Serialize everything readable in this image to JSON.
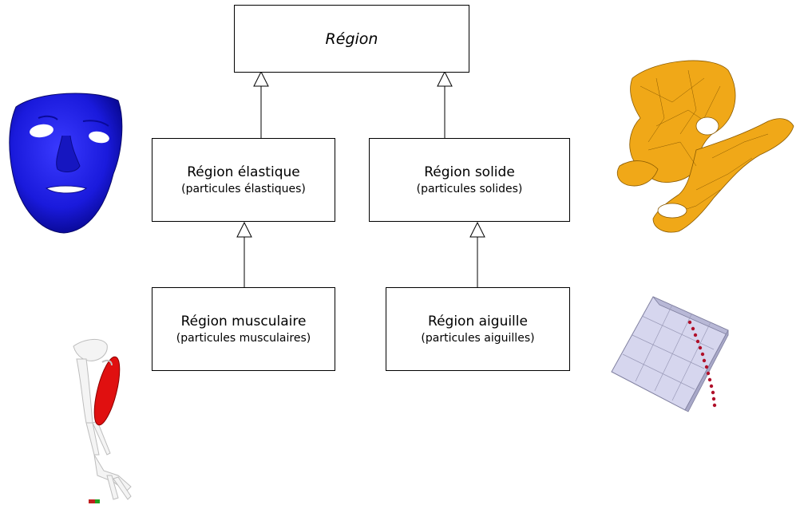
{
  "diagram": {
    "type": "uml-class-hierarchy",
    "nodes": {
      "region": {
        "title": "Région"
      },
      "elastic": {
        "title": "Région élastique",
        "subtitle": "(particules élastiques)"
      },
      "solid": {
        "title": "Région solide",
        "subtitle": "(particules solides)"
      },
      "muscle": {
        "title": "Région musculaire",
        "subtitle": "(particules musculaires)"
      },
      "needle": {
        "title": "Région aiguille",
        "subtitle": "(particules aiguilles)"
      }
    },
    "edges": [
      {
        "from": "elastic",
        "to": "region",
        "kind": "inheritance"
      },
      {
        "from": "solid",
        "to": "region",
        "kind": "inheritance"
      },
      {
        "from": "muscle",
        "to": "elastic",
        "kind": "inheritance"
      },
      {
        "from": "needle",
        "to": "solid",
        "kind": "inheritance"
      }
    ]
  },
  "illustrations": {
    "face": {
      "icon": "face-mesh-icon",
      "color": "#1a1adc"
    },
    "pelvis": {
      "icon": "pelvis-mesh-icon",
      "color": "#f0a818"
    },
    "arm": {
      "icon": "arm-muscle-icon",
      "color": "#e01010"
    },
    "needle_block": {
      "icon": "tissue-block-needle-icon",
      "color": "#b0102a"
    }
  }
}
